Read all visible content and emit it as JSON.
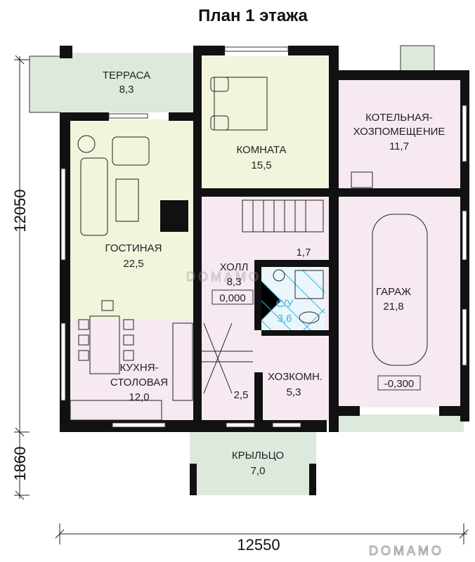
{
  "title": "План 1 этажа",
  "dimensions": {
    "height_main": "12050",
    "height_porch": "1860",
    "width": "12550"
  },
  "rooms": {
    "terrace": {
      "name": "ТЕРРАСА",
      "area": "8,3"
    },
    "room": {
      "name": "КОМНАТА",
      "area": "15,5"
    },
    "boiler": {
      "name": "КОТЕЛЬНАЯ-",
      "name2": "ХОЗПОМЕЩЕНИЕ",
      "area": "11,7"
    },
    "living": {
      "name": "ГОСТИНАЯ",
      "area": "22,5"
    },
    "hall": {
      "name": "ХОЛЛ",
      "area": "8,3",
      "level": "0,000"
    },
    "closet": {
      "area": "1,7"
    },
    "bathroom": {
      "name": "С/У",
      "area": "3,6"
    },
    "garage": {
      "name": "ГАРАЖ",
      "area": "21,8",
      "level": "-0,300"
    },
    "kitchen": {
      "name": "КУХНЯ-",
      "name2": "СТОЛОВАЯ",
      "area": "12,0"
    },
    "vestibule": {
      "area": "2,5"
    },
    "utility": {
      "name": "ХОЗКОМН.",
      "area": "5,3"
    },
    "porch": {
      "name": "КРЫЛЬЦО",
      "area": "7,0"
    }
  },
  "watermark": "DOMAMO",
  "colors": {
    "green": "#dde9dc",
    "yellow": "#f2f4dc",
    "pink": "#f6e9f2",
    "wall": "#111111",
    "tile": "#33b5e5"
  }
}
